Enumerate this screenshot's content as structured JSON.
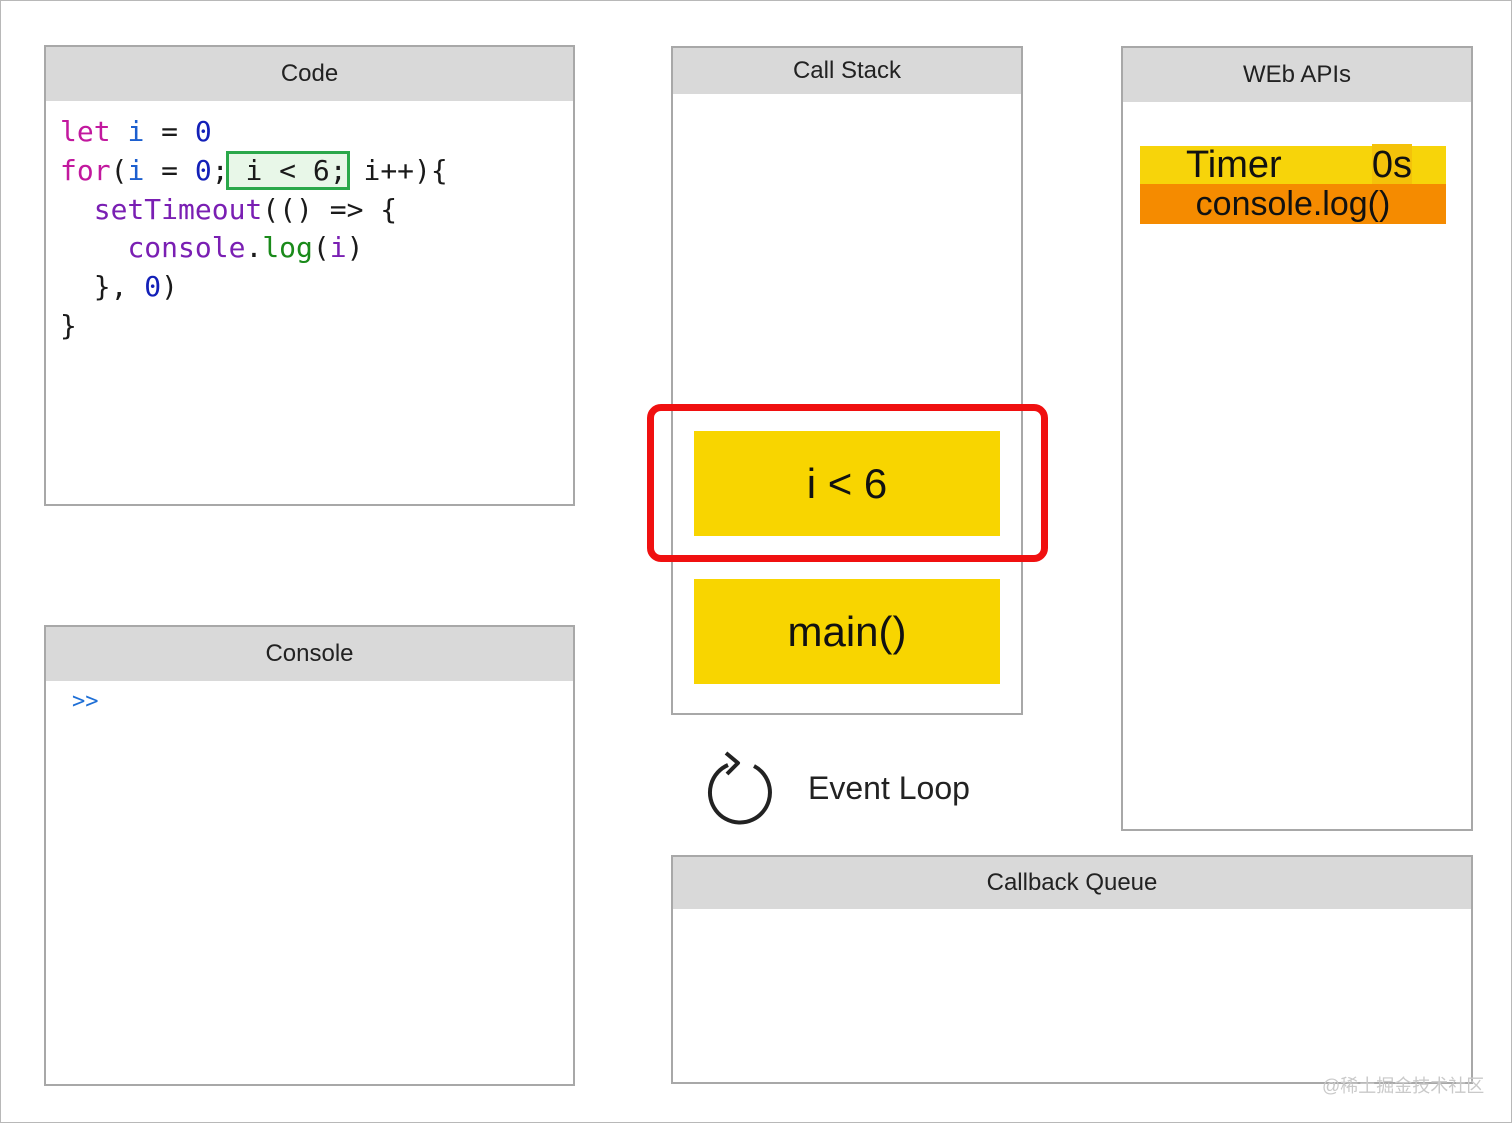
{
  "panels": {
    "code": {
      "title": "Code"
    },
    "console": {
      "title": "Console",
      "prompt": ">>"
    },
    "call_stack": {
      "title": "Call Stack",
      "frames": [
        "i < 6",
        "main()"
      ]
    },
    "web_apis": {
      "title": "WEb APIs",
      "timer": {
        "label": "Timer",
        "duration": "0s",
        "callback": "console.log()"
      }
    },
    "callback_queue": {
      "title": "Callback Queue"
    }
  },
  "code_lines": [
    [
      {
        "t": "let",
        "c": "kw"
      },
      {
        "t": " "
      },
      {
        "t": "i",
        "c": "var"
      },
      {
        "t": " = "
      },
      {
        "t": "0",
        "c": "num"
      }
    ],
    [
      {
        "t": "for",
        "c": "kw"
      },
      {
        "t": "("
      },
      {
        "t": "i",
        "c": "var"
      },
      {
        "t": " = "
      },
      {
        "t": "0",
        "c": "num"
      },
      {
        "t": ";"
      },
      {
        "t": " i < 6;",
        "c": "hl"
      },
      {
        "t": " i++){"
      }
    ],
    [
      {
        "t": "  "
      },
      {
        "t": "setTimeout",
        "c": "fn"
      },
      {
        "t": "(() => {"
      }
    ],
    [
      {
        "t": "    "
      },
      {
        "t": "console",
        "c": "fn"
      },
      {
        "t": "."
      },
      {
        "t": "log",
        "c": "mth"
      },
      {
        "t": "("
      },
      {
        "t": "i",
        "c": "fn"
      },
      {
        "t": ")"
      }
    ],
    [
      {
        "t": "  }, "
      },
      {
        "t": "0",
        "c": "num"
      },
      {
        "t": ")"
      }
    ],
    [
      {
        "t": "}"
      }
    ]
  ],
  "event_loop": {
    "label": "Event Loop"
  },
  "watermark": "@稀土掘金技术社区",
  "colors": {
    "frame": "#f8d500",
    "timer": "#f7d40a",
    "callback": "#f58b00",
    "highlight": "#f01010",
    "code_highlight": "#2aa84a"
  }
}
